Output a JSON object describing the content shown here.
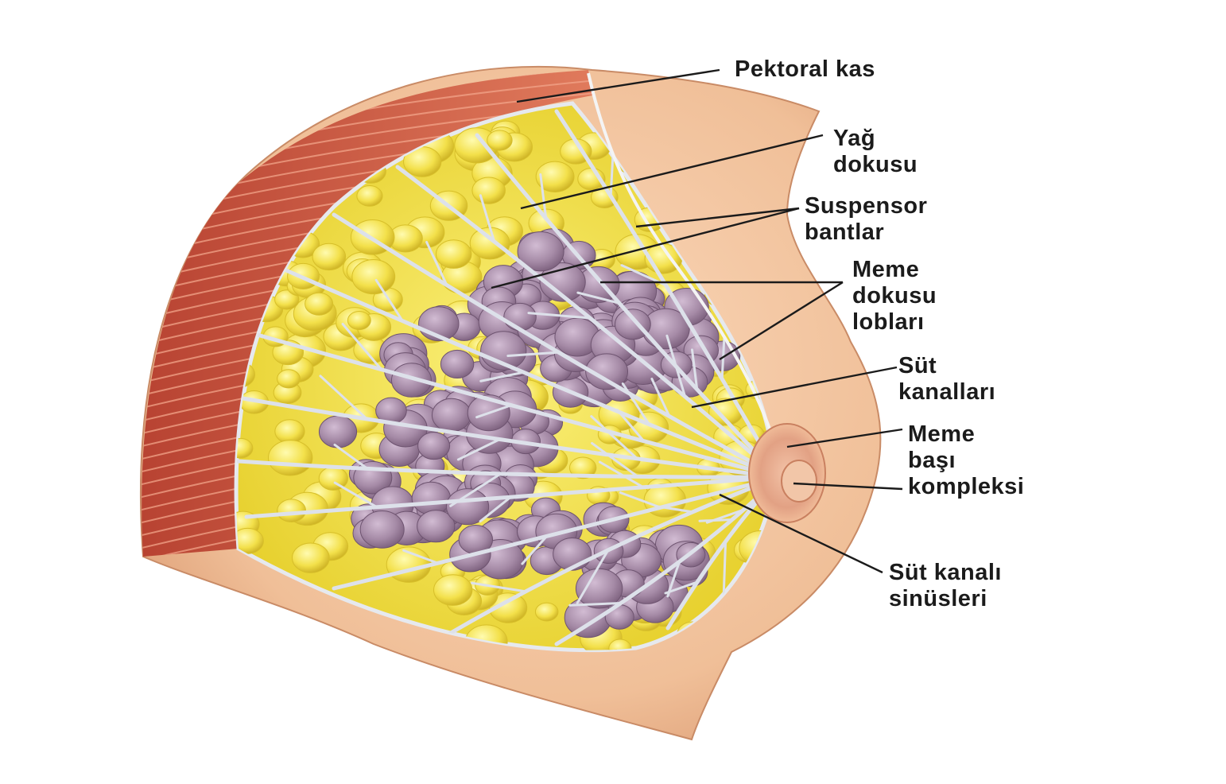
{
  "labels": {
    "pectoral": [
      "Pektoral kas"
    ],
    "fat": [
      "Yağ",
      "dokusu"
    ],
    "suspensory": [
      "Suspensor",
      "bantlar"
    ],
    "lobes": [
      "Meme",
      "dokusu",
      "lobları"
    ],
    "ducts": [
      "Süt",
      "kanalları"
    ],
    "nipple": [
      "Meme",
      "başı",
      "kompleksi"
    ],
    "sinuses": [
      "Süt kanalı",
      "sinüsleri"
    ]
  },
  "colors": {
    "skin": "#f2c4a0",
    "skin_shadow": "#d99a76",
    "muscle": "#c9563f",
    "fat": "#f3e24a",
    "lobe": "#a98aa8",
    "duct": "#d9dde6",
    "leader": "#1b1b1b"
  }
}
